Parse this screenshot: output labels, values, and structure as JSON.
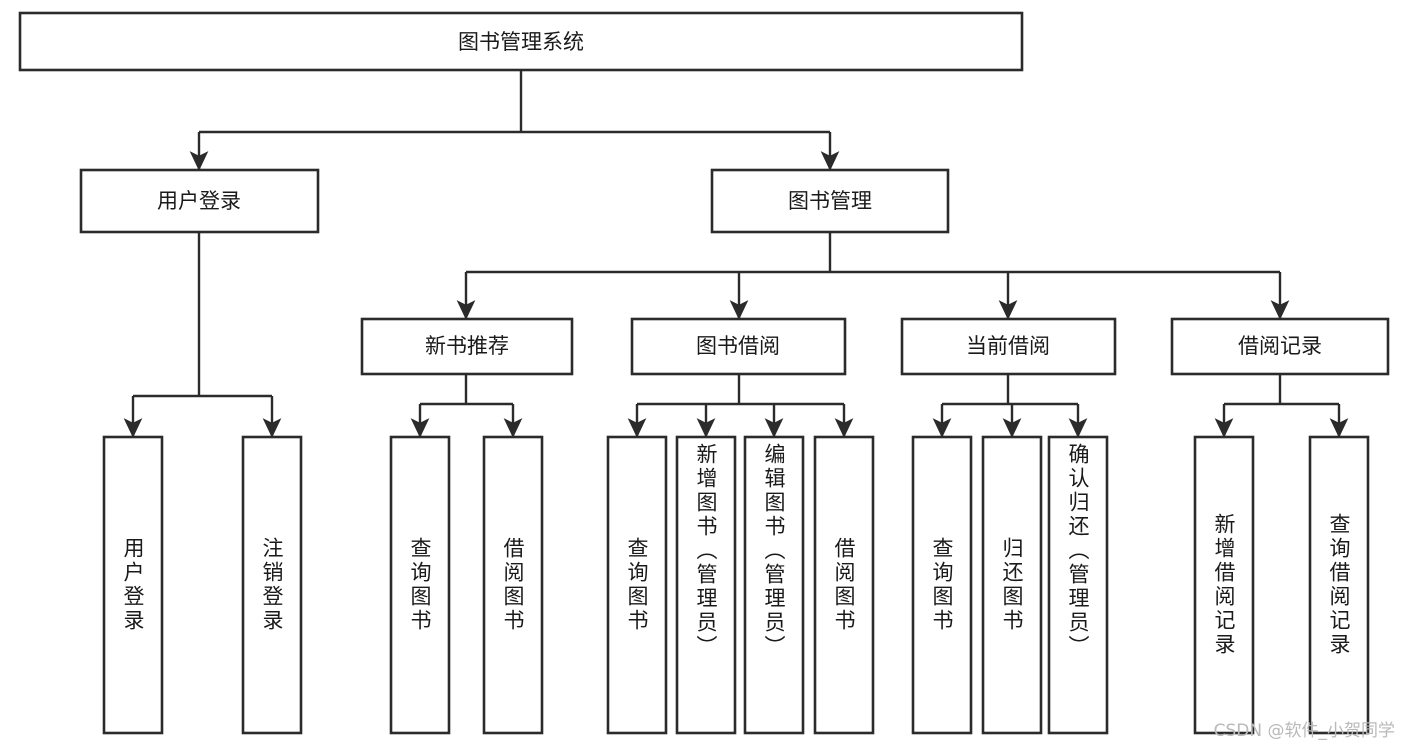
{
  "diagram": {
    "type": "tree",
    "title": "图书管理系统",
    "orientation": "top-down",
    "watermark": "CSDN @软件_小贺同学",
    "colors": {
      "background": "#ffffff",
      "box_stroke": "#2b2b2b",
      "box_fill": "#ffffff",
      "text": "#1a1a1a",
      "watermark": "#b9b9b9"
    },
    "root": {
      "label": "图书管理系统"
    },
    "level2": [
      {
        "label": "用户登录"
      },
      {
        "label": "图书管理"
      }
    ],
    "level3": [
      {
        "label": "新书推荐"
      },
      {
        "label": "图书借阅"
      },
      {
        "label": "当前借阅"
      },
      {
        "label": "借阅记录"
      }
    ],
    "leaves": {
      "user_login": [
        {
          "label": "用户登录"
        },
        {
          "label": "注销登录"
        }
      ],
      "new_book_recommend": [
        {
          "label": "查询图书"
        },
        {
          "label": "借阅图书"
        }
      ],
      "book_borrow": [
        {
          "label": "查询图书"
        },
        {
          "label": "新增图书（管理员）"
        },
        {
          "label": "编辑图书（管理员）"
        },
        {
          "label": "借阅图书"
        }
      ],
      "current_borrow": [
        {
          "label": "查询图书"
        },
        {
          "label": "归还图书"
        },
        {
          "label": "确认归还（管理员）"
        }
      ],
      "borrow_record": [
        {
          "label": "新增借阅记录"
        },
        {
          "label": "查询借阅记录"
        }
      ]
    }
  }
}
